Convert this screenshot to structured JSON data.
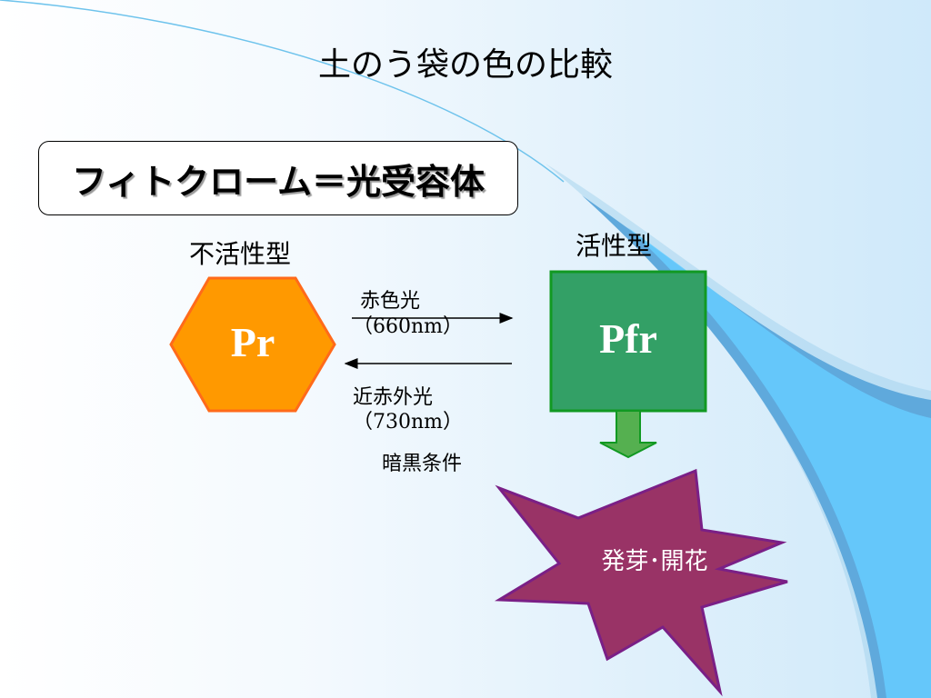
{
  "title": "土のう袋の色の比較",
  "definition": "フィトクローム＝光受容体",
  "inactive": {
    "type_label": "不活性型",
    "name": "Pr"
  },
  "active": {
    "type_label": "活性型",
    "name": "Pfr"
  },
  "forward_light": {
    "name": "赤色光",
    "wavelength": "（660nm）"
  },
  "reverse_light": {
    "name": "近赤外光",
    "wavelength": "（730nm）"
  },
  "dark_condition": "暗黒条件",
  "result": "発芽･開花",
  "colors": {
    "hexagon_fill": "#ff9900",
    "hexagon_stroke": "#ff6a1a",
    "square_fill": "#33a066",
    "square_stroke": "#119922",
    "burst_fill": "#993366",
    "burst_stroke": "#7a1f86",
    "arrow_fill": "#55b050"
  }
}
